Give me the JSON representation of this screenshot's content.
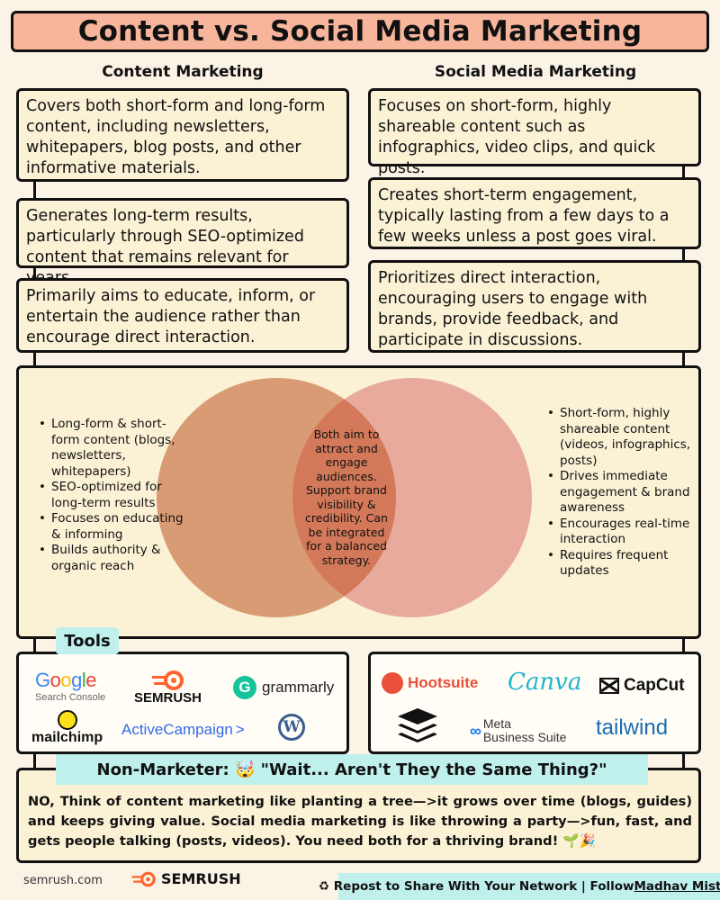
{
  "title": "Content vs. Social Media Marketing",
  "columns": {
    "left_heading": "Content Marketing",
    "right_heading": "Social Media Marketing"
  },
  "content_points": [
    "Covers both short-form and long-form content, including newsletters, whitepapers, blog posts, and other informative materials.",
    "Generates long-term results, particularly through SEO-optimized content that remains relevant for years.",
    "Primarily aims to educate, inform, or entertain the audience rather than encourage direct interaction."
  ],
  "social_points": [
    "Focuses on short-form, highly shareable content such as infographics, video clips, and quick posts.",
    "Creates short-term engagement, typically lasting from a few days to a few weeks unless a post goes viral.",
    "Prioritizes direct interaction, encouraging users to engage with brands, provide feedback, and participate in discussions."
  ],
  "venn": {
    "left_items": [
      "Long-form & short-form content (blogs, newsletters, whitepapers)",
      "SEO-optimized for long-term results",
      "Focuses on educating & informing",
      "Builds authority & organic reach"
    ],
    "center": "Both aim to attract and engage audiences. Support brand visibility & credibility. Can be integrated for a balanced strategy.",
    "right_items": [
      "Short-form, highly shareable content (videos, infographics, posts)",
      "Drives immediate engagement & brand awareness",
      "Encourages real-time interaction",
      "Requires frequent updates"
    ],
    "left_color": "#d99b74",
    "right_color": "#e8aa9c",
    "overlap_color": "#d3795a"
  },
  "tools": {
    "label": "Tools",
    "content_tools": {
      "google": "Google",
      "google_sub": "Search Console",
      "semrush": "SEMRUSH",
      "grammarly": "grammarly",
      "mailchimp": "mailchimp",
      "activecampaign": "ActiveCampaign",
      "activecampaign_arrow": ">",
      "wordpress_icon": "wordpress-icon"
    },
    "social_tools": {
      "hootsuite": "Hootsuite",
      "canva": "Canva",
      "capcut": "CapCut",
      "buffer_icon": "buffer-stack-icon",
      "meta_line1": "Meta",
      "meta_line2": "Business Suite",
      "tailwind": "tailwind"
    }
  },
  "non_marketer": {
    "heading": "Non-Marketer: 🤯 \"Wait... Aren't They the Same Thing?\"",
    "answer": "NO, Think of content marketing like planting a tree—>it grows over time (blogs, guides) and keeps giving value. Social media marketing is like throwing a party—>fun, fast, and gets people talking (posts, videos). You need both for a thriving brand! 🌱🎉"
  },
  "footer": {
    "site": "semrush.com",
    "brand": "SEMRUSH",
    "cta_prefix": "♻ Repost to Share With Your Network | Follow ",
    "cta_name": "Madhav Mistry",
    "cta_suffix": "."
  },
  "colors": {
    "title_bg": "#f7b59c",
    "card_bg": "#fbf2d6",
    "accent_teal": "#bff0ec",
    "semrush_orange": "#ff642d",
    "hootsuite_red": "#e8503a",
    "canva_teal": "#1fb6c9",
    "tailwind_blue": "#1a6cb3"
  }
}
